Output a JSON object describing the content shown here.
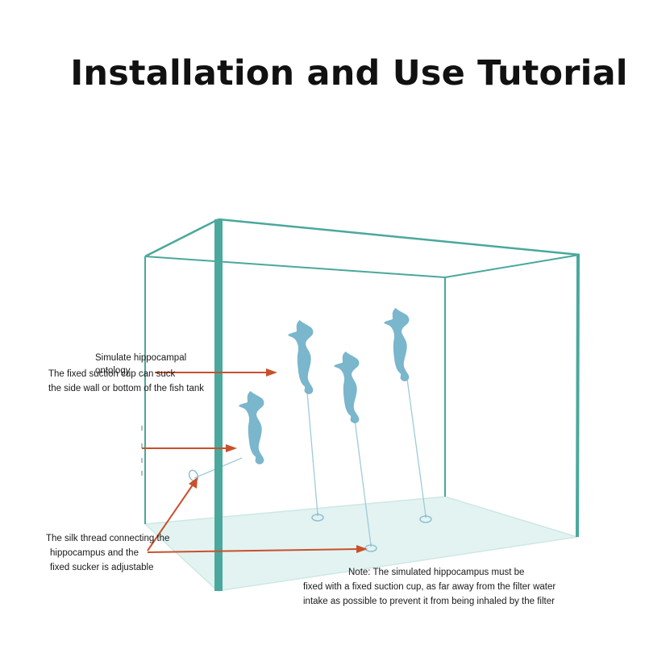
{
  "title": "Installation and Use Tutorial",
  "labels": {
    "simulate": "Simulate hippocampal ontology",
    "suction_line1": "The fixed suction cup can suck",
    "suction_line2": "the side wall or bottom of the fish tank",
    "silk_line1": "The silk thread connecting the",
    "silk_line2": "hippocampus and the",
    "silk_line3": "fixed sucker is adjustable",
    "note_line1": "Note: The simulated hippocampus must be",
    "note_line2": "fixed with a fixed suction cup, as far away from the filter water",
    "note_line3": "intake as possible to prevent it from being inhaled by the filter"
  },
  "colors": {
    "tank_edge": "#4aa89c",
    "tank_floor": "#e3f3f1",
    "seahorse": "#7ab6cc",
    "arrow": "#c9502d",
    "thread": "#9fcad8"
  },
  "icons": [
    "seahorse-icon",
    "suction-cup-icon",
    "arrow-icon"
  ]
}
